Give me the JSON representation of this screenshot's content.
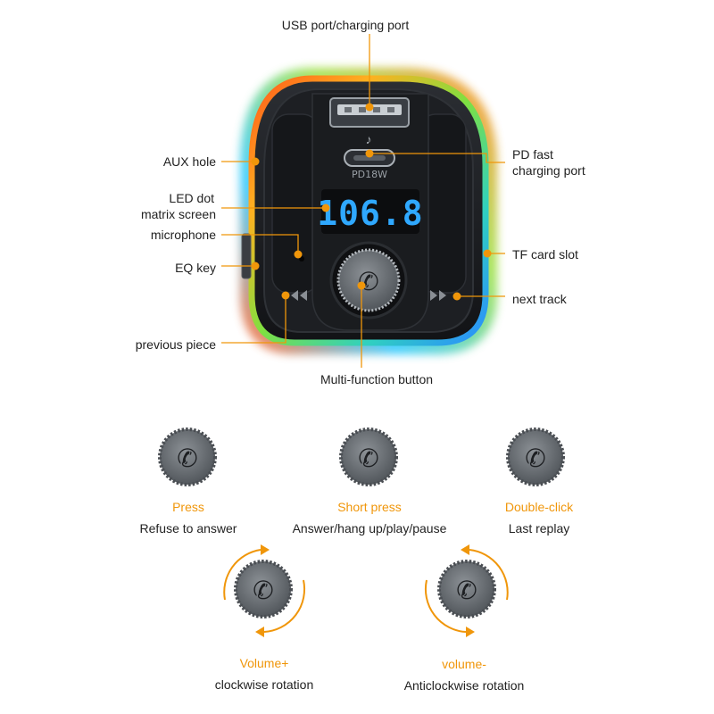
{
  "device": {
    "display": "106.8",
    "pd_label": "PD18W",
    "colors": {
      "accent": "#f0960a",
      "display_blue": "#2fa8ff",
      "body": "#1a1c1f"
    }
  },
  "callouts": {
    "usb_port": "USB port/charging port",
    "pd_port_1": "PD fast",
    "pd_port_2": "charging port",
    "aux": "AUX hole",
    "led_1": "LED dot",
    "led_2": "matrix screen",
    "mic": "microphone",
    "eq": "EQ key",
    "tf": "TF card slot",
    "next": "next track",
    "prev": "previous piece",
    "multi": "Multi-function button"
  },
  "modes": {
    "press": {
      "title": "Press",
      "desc": "Refuse to answer"
    },
    "short_press": {
      "title": "Short press",
      "desc": "Answer/hang up/play/pause"
    },
    "double_click": {
      "title": "Double-click",
      "desc": "Last replay"
    },
    "volume_up": {
      "title": "Volume+",
      "desc": "clockwise rotation"
    },
    "volume_down": {
      "title": "volume-",
      "desc": "Anticlockwise rotation"
    }
  },
  "icons": [
    "phone-icon",
    "usb-port-icon",
    "usb-c-port-icon",
    "music-note-icon",
    "previous-track-icon",
    "next-track-icon",
    "clockwise-arrow-icon",
    "anticlockwise-arrow-icon"
  ]
}
